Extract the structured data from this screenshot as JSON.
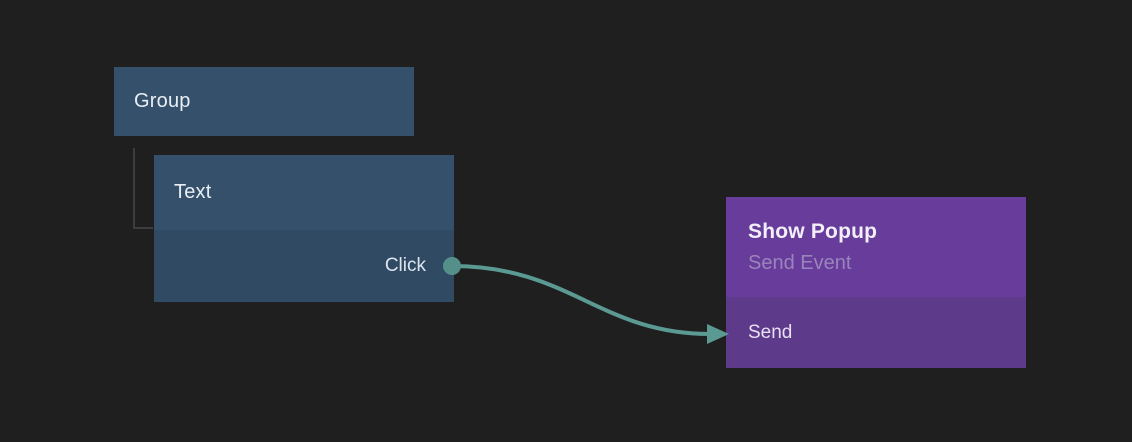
{
  "colors": {
    "node-blue": "#35506b",
    "node-blue-dark": "#314a63",
    "node-purple": "#673c9b",
    "node-purple-dark": "#5e3a8a",
    "accent-teal": "#5b9a93",
    "tree-line": "#3d3d3d",
    "text-primary": "#e9eef3",
    "text-muted-purple": "#9b84bd",
    "canvas-bg": "#1f1f1f"
  },
  "nodes": {
    "group": {
      "title": "Group"
    },
    "text": {
      "title": "Text",
      "outputs": [
        {
          "label": "Click"
        }
      ]
    },
    "action": {
      "title": "Show Popup",
      "subtitle": "Send Event",
      "inputs": [
        {
          "label": "Send"
        }
      ]
    }
  },
  "connection": {
    "from": "Text.Click",
    "to": "Show Popup.Send"
  }
}
